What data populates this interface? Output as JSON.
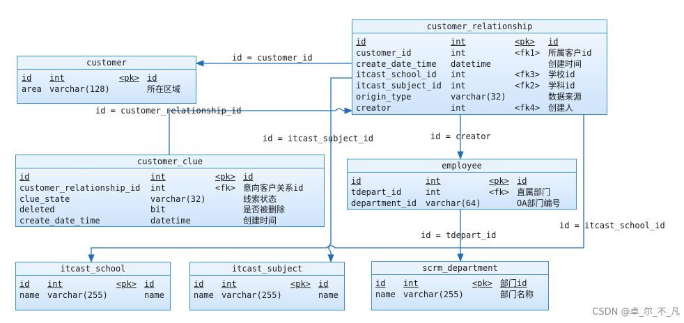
{
  "entities": {
    "customer_relationship": {
      "title": "customer_relationship",
      "rows": [
        {
          "name": "id",
          "type": "int",
          "key": "<pk>",
          "comment": "id",
          "pk": true
        },
        {
          "name": "customer_id",
          "type": "int",
          "key": "<fk1>",
          "comment": "所属客户id"
        },
        {
          "name": "create_date_time",
          "type": "datetime",
          "key": "",
          "comment": "创建时间"
        },
        {
          "name": "itcast_school_id",
          "type": "int",
          "key": "<fk3>",
          "comment": "学校id"
        },
        {
          "name": "itcast_subject_id",
          "type": "int",
          "key": "<fk2>",
          "comment": "学科id"
        },
        {
          "name": "origin_type",
          "type": "varchar(32)",
          "key": "",
          "comment": "数据来源"
        },
        {
          "name": "creator",
          "type": "int",
          "key": "<fk4>",
          "comment": "创建人"
        }
      ]
    },
    "customer": {
      "title": "customer",
      "rows": [
        {
          "name": "id",
          "type": "int",
          "key": "<pk>",
          "comment": "id",
          "pk": true
        },
        {
          "name": "area",
          "type": "varchar(128)",
          "key": "",
          "comment": "所在区域"
        }
      ]
    },
    "customer_clue": {
      "title": "customer_clue",
      "rows": [
        {
          "name": "id",
          "type": "int",
          "key": "<pk>",
          "comment": "id",
          "pk": true
        },
        {
          "name": "customer_relationship_id",
          "type": "int",
          "key": "<fk>",
          "comment": "意向客户关系id"
        },
        {
          "name": "clue_state",
          "type": "varchar(32)",
          "key": "",
          "comment": "线索状态"
        },
        {
          "name": "deleted",
          "type": "bit",
          "key": "",
          "comment": "是否被删除"
        },
        {
          "name": "create_date_time",
          "type": "datetime",
          "key": "",
          "comment": "创建时间"
        }
      ]
    },
    "employee": {
      "title": "employee",
      "rows": [
        {
          "name": "id",
          "type": "int",
          "key": "<pk>",
          "comment": "id",
          "pk": true
        },
        {
          "name": "tdepart_id",
          "type": "int",
          "key": "<fk>",
          "comment": "直属部门"
        },
        {
          "name": "department_id",
          "type": "varchar(64)",
          "key": "",
          "comment": "OA部门编号"
        }
      ]
    },
    "itcast_school": {
      "title": "itcast_school",
      "rows": [
        {
          "name": "id",
          "type": "int",
          "key": "<pk>",
          "comment": "id",
          "pk": true
        },
        {
          "name": "name",
          "type": "varchar(255)",
          "key": "",
          "comment": "name"
        }
      ]
    },
    "itcast_subject": {
      "title": "itcast_subject",
      "rows": [
        {
          "name": "id",
          "type": "int",
          "key": "<pk>",
          "comment": "id",
          "pk": true
        },
        {
          "name": "name",
          "type": "varchar(255)",
          "key": "",
          "comment": "name"
        }
      ]
    },
    "scrm_department": {
      "title": "scrm_department",
      "rows": [
        {
          "name": "id",
          "type": "int",
          "key": "<pk>",
          "comment": "部门id",
          "pk": true
        },
        {
          "name": "name",
          "type": "varchar(255)",
          "key": "",
          "comment": "部门名称"
        }
      ]
    }
  },
  "relations": {
    "r1": "id = customer_id",
    "r2": "id = customer_relationship_id",
    "r3": "id = itcast_subject_id",
    "r4": "id = creator",
    "r5": "id = tdepart_id",
    "r6": "id = itcast_school_id"
  },
  "watermark": "CSDN @卓_尔_不_凡"
}
